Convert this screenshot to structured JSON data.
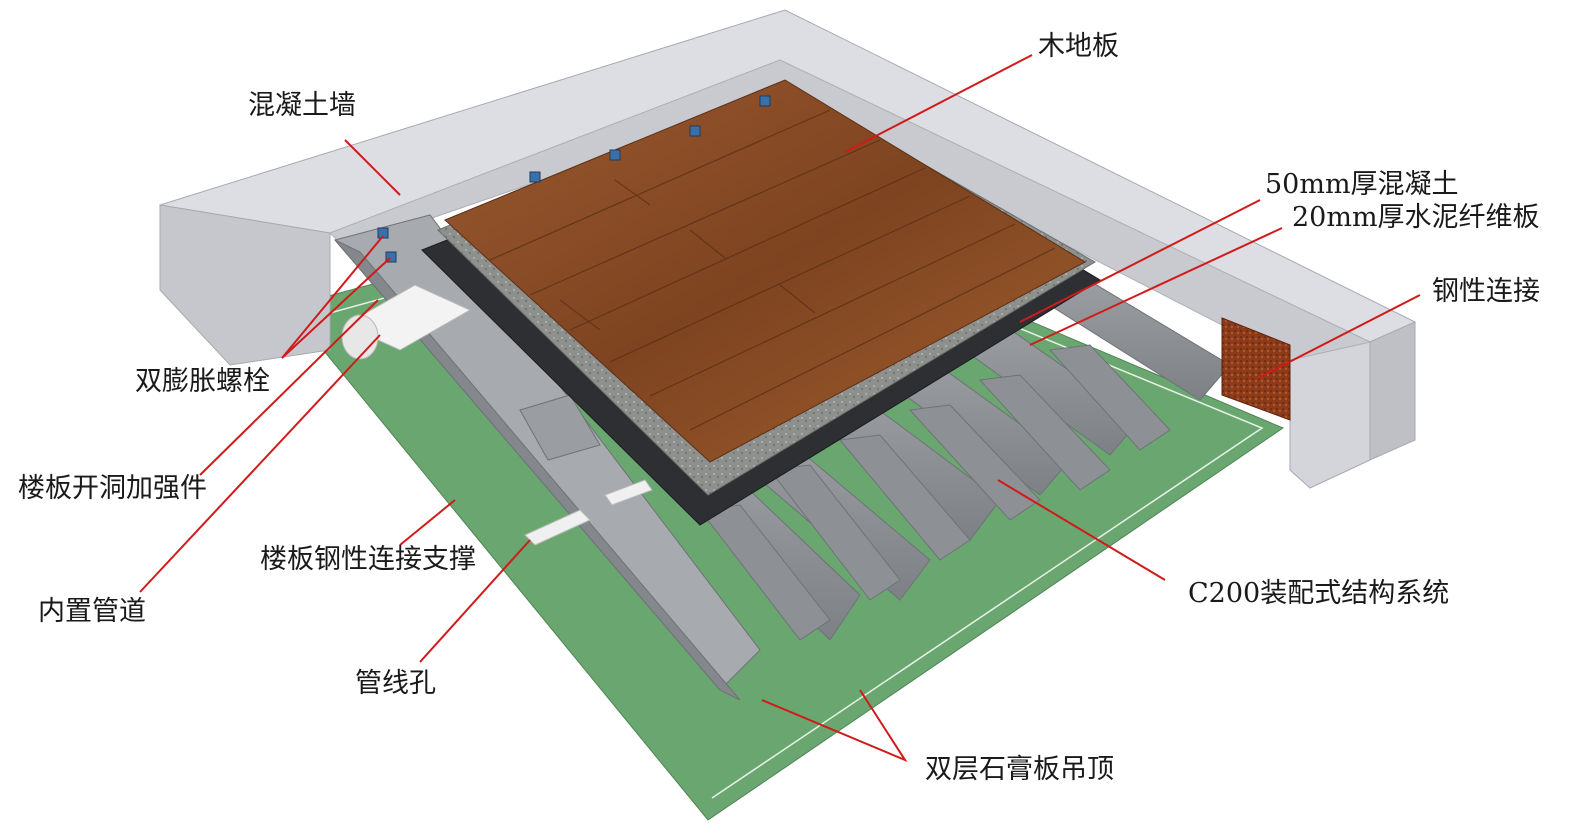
{
  "labels": {
    "concrete_wall": "混凝土墙",
    "wood_floor": "木地板",
    "concrete_50mm": "50mm厚混凝土",
    "cement_fiberboard_20mm": "20mm厚水泥纤维板",
    "rigid_connection": "钢性连接",
    "double_expansion_bolt": "双膨胀螺栓",
    "slab_opening_reinforcement": "楼板开洞加强件",
    "embedded_pipe": "内置管道",
    "slab_rigid_brace": "楼板钢性连接支撑",
    "c200_system": "C200装配式结构系统",
    "pipe_hole": "管线孔",
    "gypsum_ceiling": "双层石膏板吊顶"
  },
  "colors": {
    "leader": "#d11a1a",
    "wall": "#d0d1d7",
    "wood": "#8a4a24",
    "concrete": "#8c8e8c",
    "fiberboard": "#2e2f33",
    "joist": "#9ea1a5",
    "ceiling": "#6aa770",
    "rust": "#8b3a1a"
  }
}
